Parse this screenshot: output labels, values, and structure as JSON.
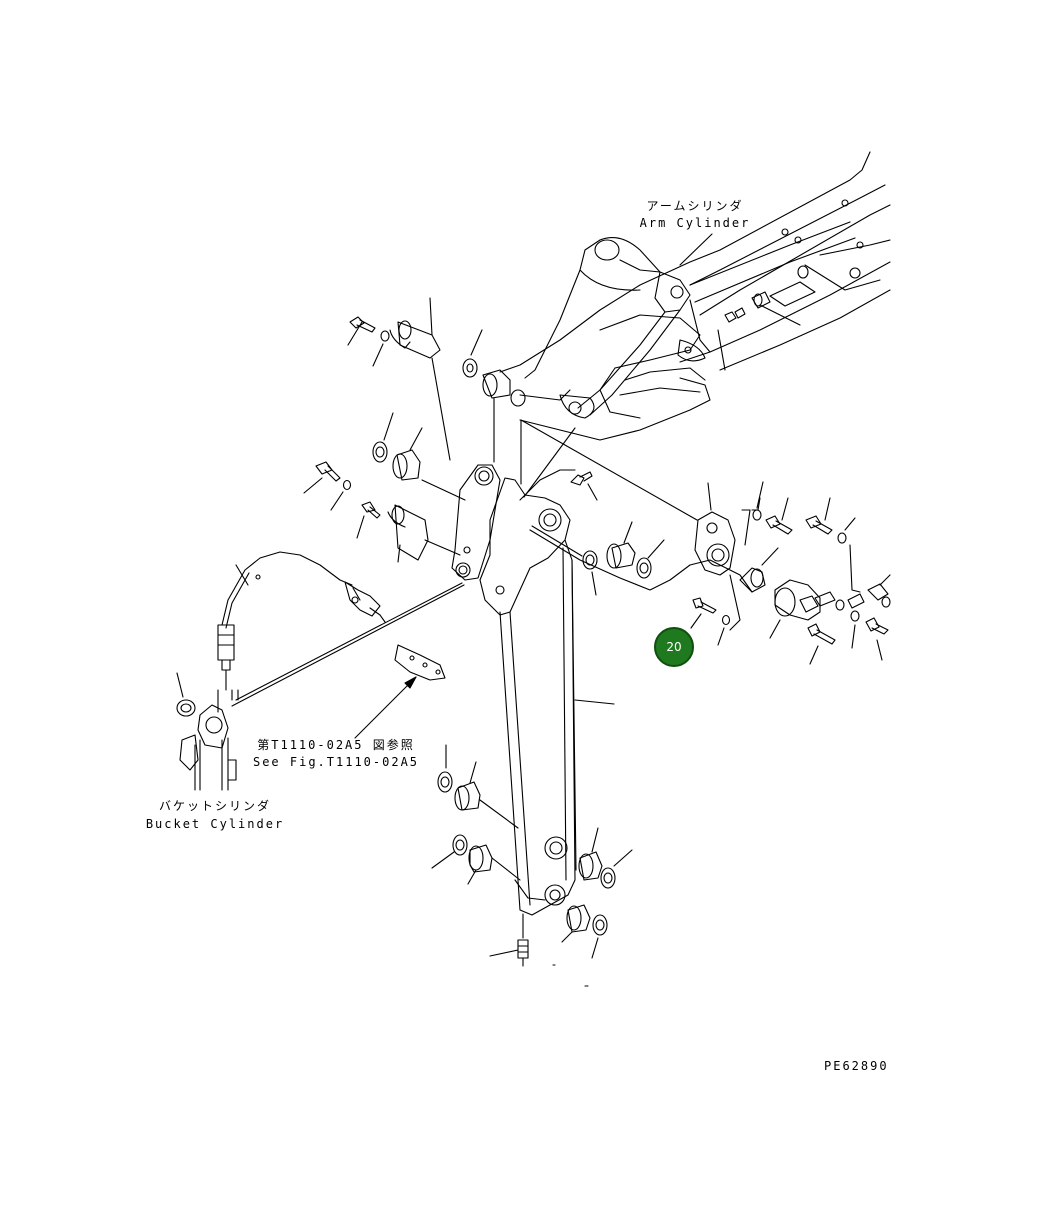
{
  "labels": {
    "arm_cylinder_jp": "アームシリンダ",
    "arm_cylinder_en": "Arm Cylinder",
    "bucket_cylinder_jp": "バケットシリンダ",
    "bucket_cylinder_en": "Bucket Cylinder",
    "see_fig_jp": "第T1110-02A5 図参照",
    "see_fig_en": "See Fig.T1110-02A5",
    "drawing_code": "PE62890"
  },
  "callout": {
    "number": "20",
    "color": "#1f7a1f"
  },
  "colors": {
    "line": "#000000",
    "background": "#ffffff"
  }
}
